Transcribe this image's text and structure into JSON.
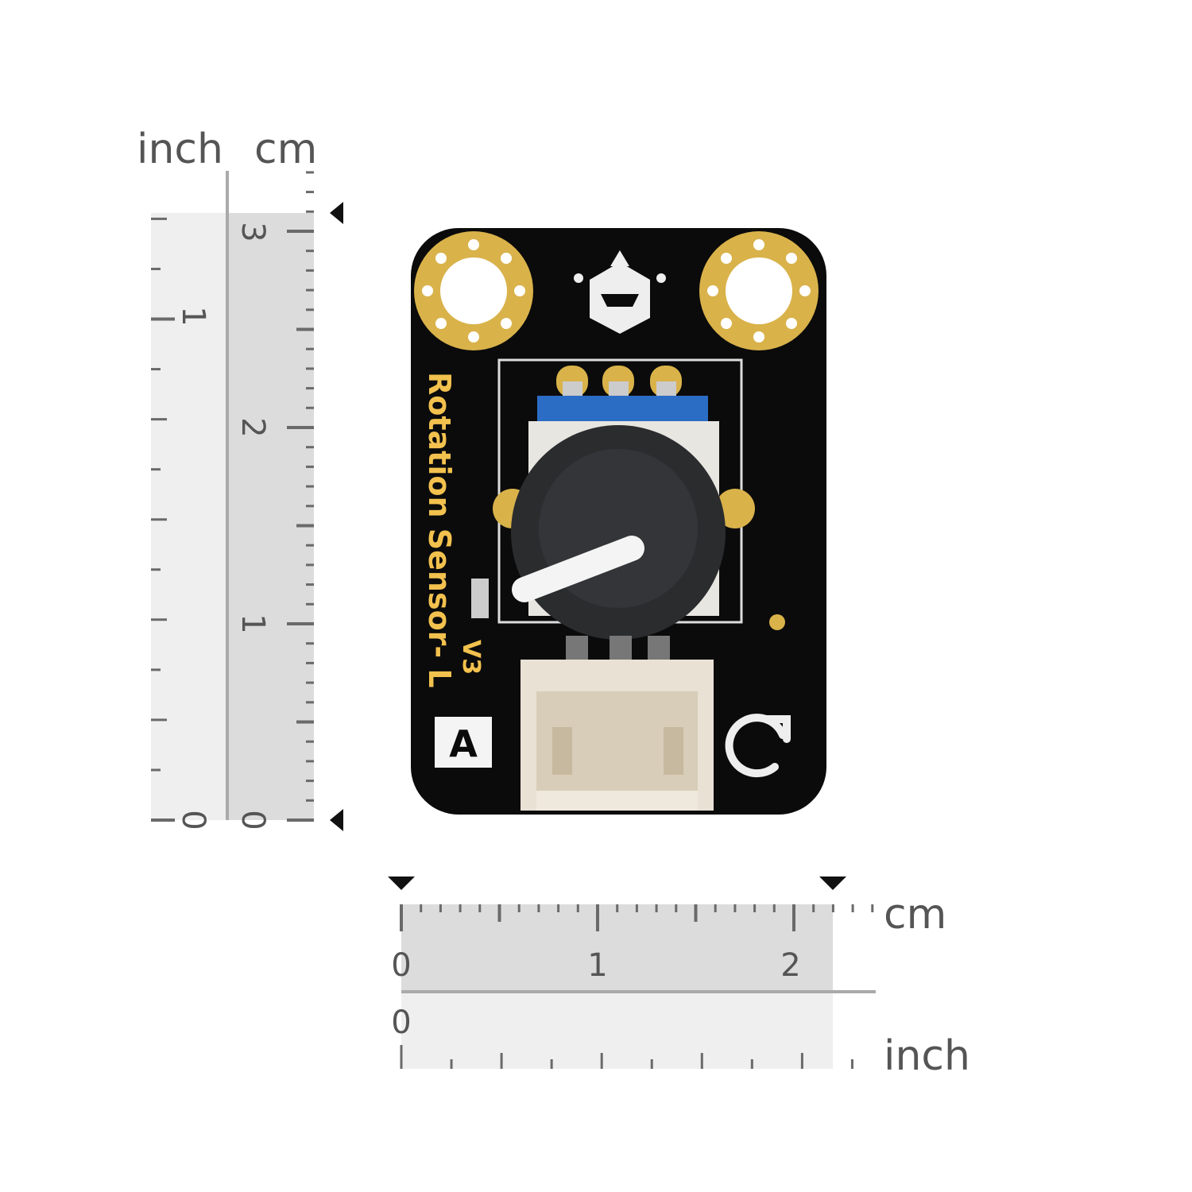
{
  "vertical_ruler": {
    "unit_inch": "inch",
    "unit_cm": "cm",
    "cm_labels": [
      "0",
      "1",
      "2",
      "3"
    ],
    "inch_labels": [
      "0",
      "1"
    ]
  },
  "horizontal_ruler": {
    "unit_cm": "cm",
    "unit_inch": "inch",
    "cm_labels": [
      "0",
      "1",
      "2"
    ],
    "inch_labels": [
      "0"
    ]
  },
  "board": {
    "name": "Rotation Sensor- L",
    "version": "V3",
    "signal_type": "A"
  },
  "colors": {
    "pcb": "#0b0b0b",
    "gold": "#d9b24a",
    "silk": "#f2c14e",
    "ruler_dark": "#dcdcdc",
    "ruler_light": "#efefef",
    "tick": "#6a6a6a"
  }
}
